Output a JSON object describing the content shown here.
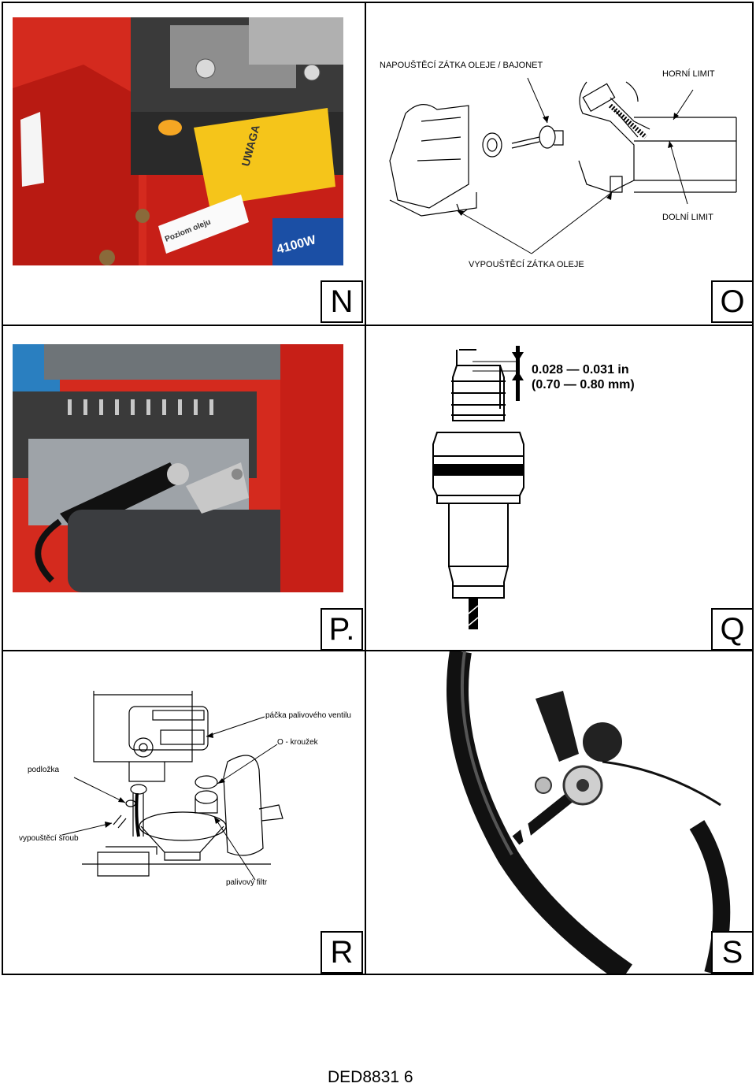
{
  "panels": {
    "N": {
      "label": "N"
    },
    "O": {
      "label": "O",
      "callouts": {
        "fill_plug": "NAPOUŠTĚCÍ ZÁTKA OLEJE / BAJONET",
        "upper_limit": "HORNÍ LIMIT",
        "lower_limit": "DOLNÍ LIMIT",
        "drain_plug": "VYPOUŠTĚCÍ ZÁTKA OLEJE"
      }
    },
    "P": {
      "label": "P."
    },
    "Q": {
      "label": "Q",
      "gap_in": "0.028 — 0.031 in",
      "gap_mm": "(0.70 — 0.80 mm)"
    },
    "R": {
      "label": "R",
      "callouts": {
        "fuel_valve_lever": "páčka palivového ventilu",
        "o_ring": "O - kroužek",
        "washer": "podložka",
        "drain_screw": "vypouštěcí šroub",
        "fuel_filter": "palivový filtr"
      }
    },
    "S": {
      "label": "S"
    }
  },
  "photo_text": {
    "tag_word": "UWAGA",
    "sticker_text": "Poziom oleju",
    "model_badge": "4100W"
  },
  "footer": {
    "doc_id": "DED8831 6"
  },
  "colors": {
    "machine_red": "#d42a1e",
    "tag_yellow": "#f5c51a",
    "frame_black": "#000000"
  }
}
